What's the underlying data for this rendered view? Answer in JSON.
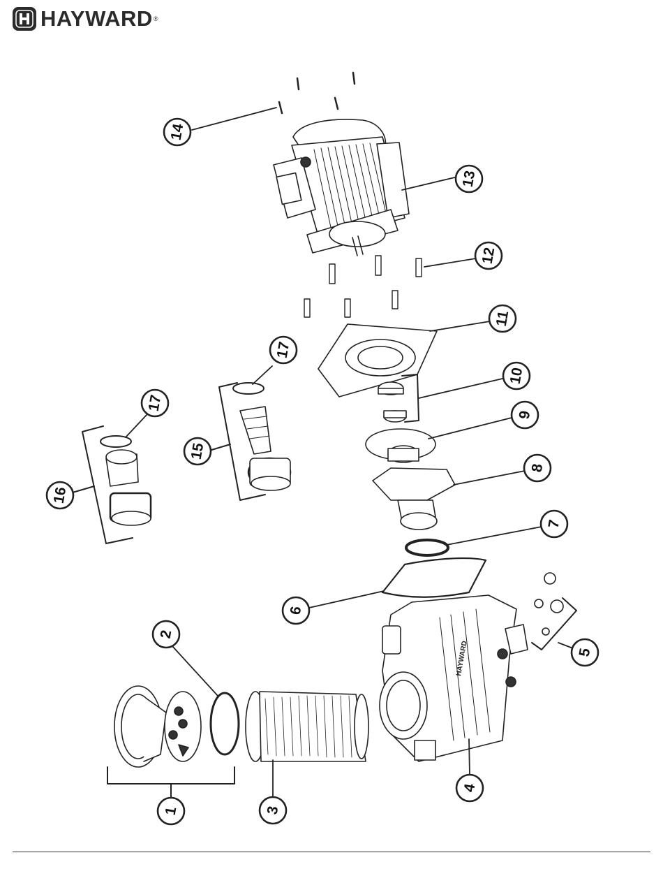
{
  "brand": {
    "name": "HAYWARD",
    "reg_mark": "®",
    "colors": {
      "ink": "#2b2b2b"
    }
  },
  "diagram": {
    "type": "exploded-parts-view",
    "callouts": [
      "1",
      "2",
      "3",
      "4",
      "5",
      "6",
      "7",
      "8",
      "9",
      "10",
      "11",
      "12",
      "13",
      "14",
      "15",
      "16",
      "17",
      "17"
    ],
    "housing_lettering": "HAYWARD",
    "icons": [
      "hayward-logo-icon"
    ]
  }
}
